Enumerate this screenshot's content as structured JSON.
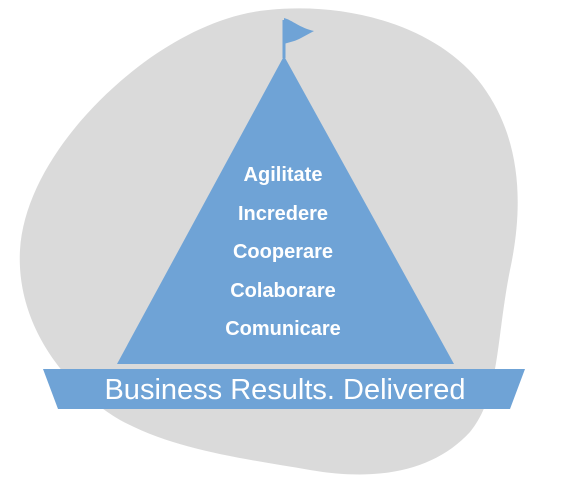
{
  "colors": {
    "background": "#ffffff",
    "blob": "#dadada",
    "pyramid": "#6fa3d6",
    "banner": "#6fa3d6",
    "flag": "#6fa3d6",
    "text": "#ffffff"
  },
  "icons": {
    "flag": "flag-icon"
  },
  "pyramid": {
    "levels": [
      "Agilitate",
      "Incredere",
      "Cooperare",
      "Colaborare",
      "Comunicare"
    ]
  },
  "banner": {
    "text": "Business Results. Delivered"
  }
}
